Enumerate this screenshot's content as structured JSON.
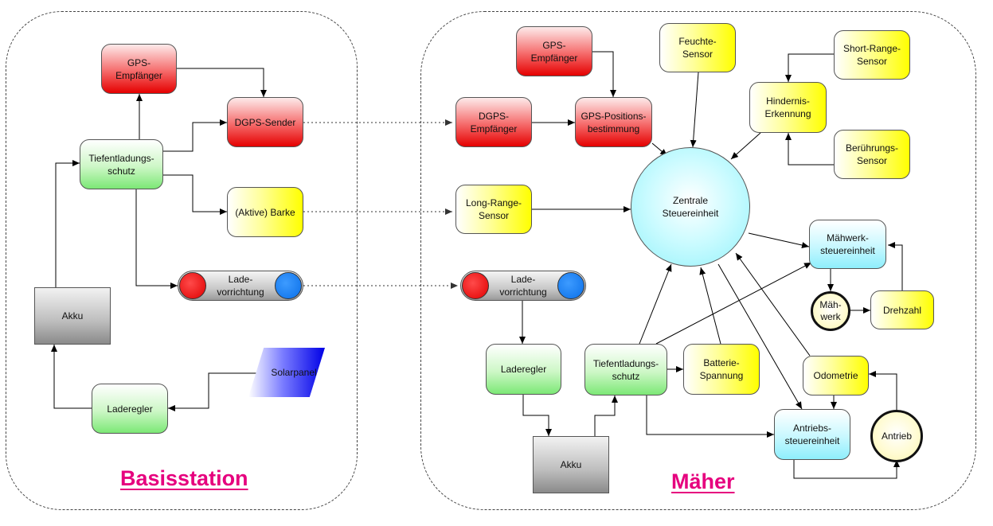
{
  "sections": {
    "base": "Basisstation",
    "mower": "Mäher"
  },
  "base_nodes": {
    "gps_receiver": "GPS-\nEmpfänger",
    "dgps_sender": "DGPS-Sender",
    "deep_discharge": "Tiefentladungs-\nschutz",
    "active_beacon": "(Aktive) Barke",
    "charging_device": "Lade-\nvorrichtung",
    "battery": "Akku",
    "charge_controller": "Laderegler",
    "solar_panel": "Solarpanel"
  },
  "mower_nodes": {
    "gps_receiver": "GPS-\nEmpfänger",
    "humidity_sensor": "Feuchte-\nSensor",
    "short_range_sensor": "Short-Range-\nSensor",
    "obstacle_detection": "Hindernis-\nErkennung",
    "dgps_receiver": "DGPS-\nEmpfänger",
    "gps_position": "GPS-Positions-\nbestimmung",
    "touch_sensor": "Berührungs-\nSensor",
    "long_range_sensor": "Long-Range-\nSensor",
    "central_unit": "Zentrale\nSteuereinheit",
    "mowing_control": "Mähwerk-\nsteuereinheit",
    "charging_device": "Lade-\nvorrichtung",
    "mowing_unit": "Mäh-\nwerk",
    "rpm": "Drehzahl",
    "charge_controller": "Laderegler",
    "deep_discharge": "Tiefentladungs-\nschutz",
    "battery_voltage": "Batterie-\nSpannung",
    "odometry": "Odometrie",
    "drive_control": "Antriebs-\nsteuereinheit",
    "drive": "Antrieb",
    "battery": "Akku"
  }
}
